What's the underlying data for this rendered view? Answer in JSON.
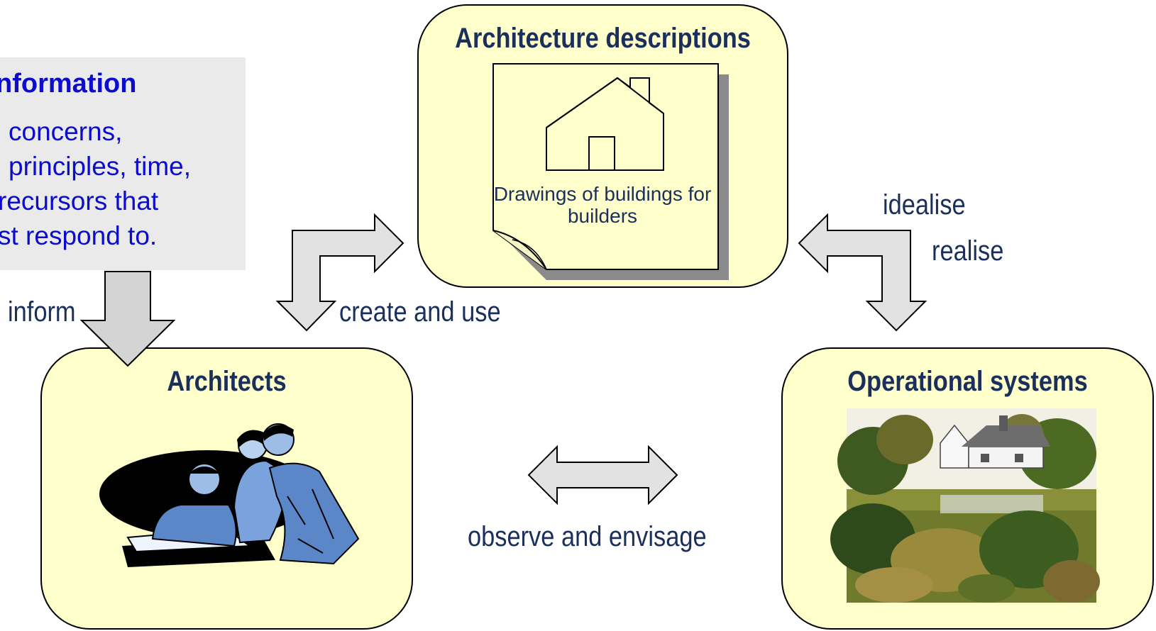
{
  "info_panel": {
    "title": "nformation",
    "lines": [
      "concerns,",
      "principles, time,",
      "recursors that",
      "st respond to."
    ]
  },
  "boxes": {
    "architecture_descriptions": {
      "title": "Architecture descriptions",
      "caption": "Drawings of buildings for builders"
    },
    "architects": {
      "title": "Architects"
    },
    "operational_systems": {
      "title": "Operational systems"
    }
  },
  "labels": {
    "inform": "inform",
    "create_and_use": "create and use",
    "idealise": "idealise",
    "realise": "realise",
    "observe_and_envisage": "observe and envisage"
  },
  "colors": {
    "box_fill": "#ffffcc",
    "text_navy": "#1a2f5a",
    "info_blue": "#0c0ccc",
    "panel_grey": "#eaeaea",
    "arrow_grey": "#d4d4d4"
  },
  "icons": [
    "house-drawing-icon",
    "architects-clipart-icon",
    "cottage-landscape-icon"
  ]
}
